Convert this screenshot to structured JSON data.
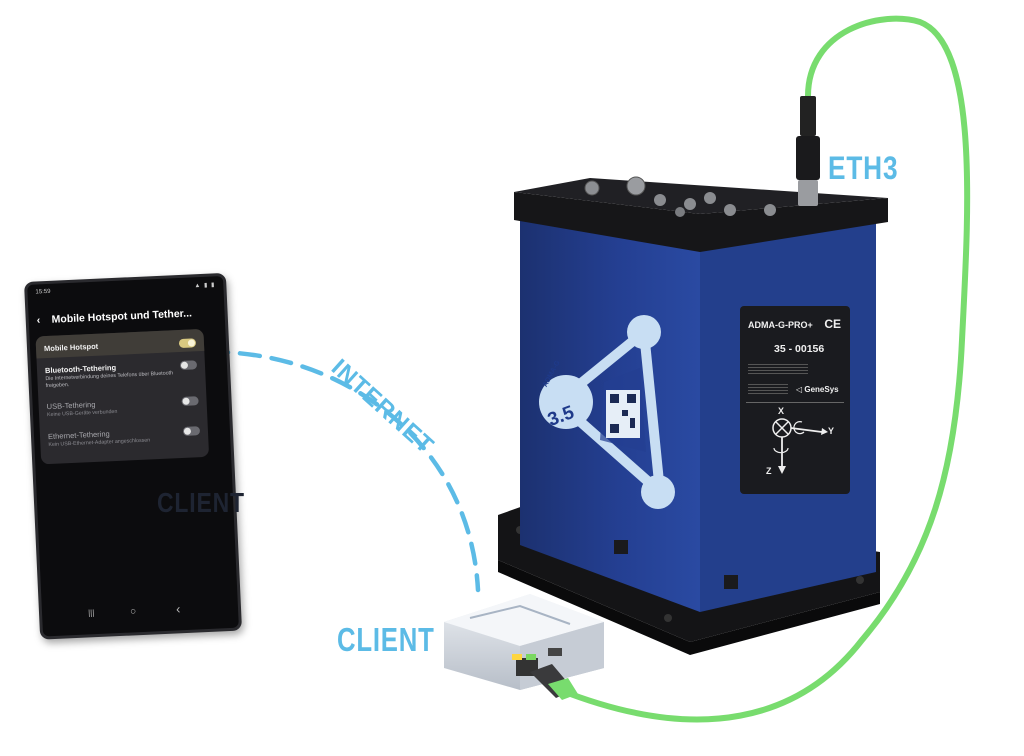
{
  "phone": {
    "status_time": "15:59",
    "status_icons": "▲ ▮ ▮",
    "header_title": "Mobile Hotspot und Tether...",
    "back_icon": "back-arrow-icon",
    "settings": [
      {
        "title": "Mobile Hotspot",
        "subtitle": "",
        "toggle_on": true,
        "dim": false
      },
      {
        "title": "Bluetooth-Tethering",
        "subtitle": "Die Internetverbindung deines Telefons über Bluetooth freigeben.",
        "toggle_on": false,
        "dim": false
      },
      {
        "title": "USB-Tethering",
        "subtitle": "Keine USB-Geräte verbunden",
        "toggle_on": false,
        "dim": true
      },
      {
        "title": "Ethernet-Tethering",
        "subtitle": "Kein USB-Ethernet-Adapter angeschlossen",
        "toggle_on": false,
        "dim": true
      }
    ],
    "nav": {
      "recent": "|||",
      "home": "○",
      "back": "‹"
    }
  },
  "labels": {
    "eth": "ETH3",
    "internet": "INTERNET",
    "client": "CLIENT",
    "client_ghost": "CLIENT"
  },
  "device": {
    "model": "ADMA-G-PRO+",
    "ce_mark": "CE",
    "serial": "35 - 00156",
    "brand": "GeneSys",
    "badge_name": "ADMA-G",
    "badge_version": "3.5",
    "axes": {
      "x": "X",
      "y": "Y",
      "z": "Z"
    }
  },
  "colors": {
    "cable": "#78dc6e",
    "label": "#5cbbe6",
    "device_body": "#1f3a8a",
    "dash": "#5cbbe6"
  }
}
